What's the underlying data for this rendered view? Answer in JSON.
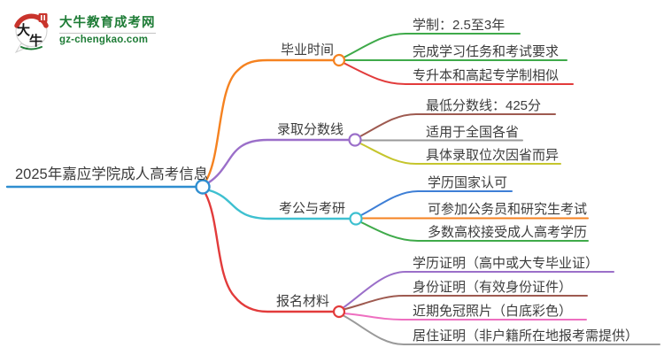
{
  "logo": {
    "icon_char_1": "大",
    "icon_char_2": "牛",
    "title": "大牛教育成考网",
    "url": "gz-chengkao.com"
  },
  "root": {
    "label": "2025年嘉应学院成人高考信息"
  },
  "branches": [
    {
      "label": "毕业时间",
      "color": "#f58220",
      "children": [
        {
          "label": "学制：2.5至3年",
          "color": "#3faa4a"
        },
        {
          "label": "完成学习任务和考试要求",
          "color": "#3faa4a"
        },
        {
          "label": "专升本和高起专学制相似",
          "color": "#e23b3b"
        }
      ]
    },
    {
      "label": "录取分数线",
      "color": "#9b6fc9",
      "children": [
        {
          "label": "最低分数线：425分",
          "color": "#9e5a50"
        },
        {
          "label": "适用于全国各省",
          "color": "#9a9a9a"
        },
        {
          "label": "具体录取位次因省而异",
          "color": "#c5c52d"
        }
      ]
    },
    {
      "label": "考公与考研",
      "color": "#3ec0d0",
      "children": [
        {
          "label": "学历国家认可",
          "color": "#3e7fd6"
        },
        {
          "label": "可参加公务员和研究生考试",
          "color": "#f58220"
        },
        {
          "label": "多数高校接受成人高考学历",
          "color": "#3faa4a"
        }
      ]
    },
    {
      "label": "报名材料",
      "color": "#e23b3b",
      "children": [
        {
          "label": "学历证明（高中或大专毕业证）",
          "color": "#9b6fc9"
        },
        {
          "label": "身份证明（有效身份证件）",
          "color": "#9e5a50"
        },
        {
          "label": "近期免冠照片（白底彩色）",
          "color": "#ee6fc0"
        },
        {
          "label": "居住证明（非户籍所在地报考需提供）",
          "color": "#9a9a9a"
        }
      ]
    }
  ],
  "colors": {
    "root_blue": "#2f8ed0",
    "text": "#3d3d3d",
    "logo_green": "#1e7c36",
    "seal_red": "#c9342c",
    "ink": "#1a1a1a",
    "bubble_border": "#cfcfcf"
  }
}
